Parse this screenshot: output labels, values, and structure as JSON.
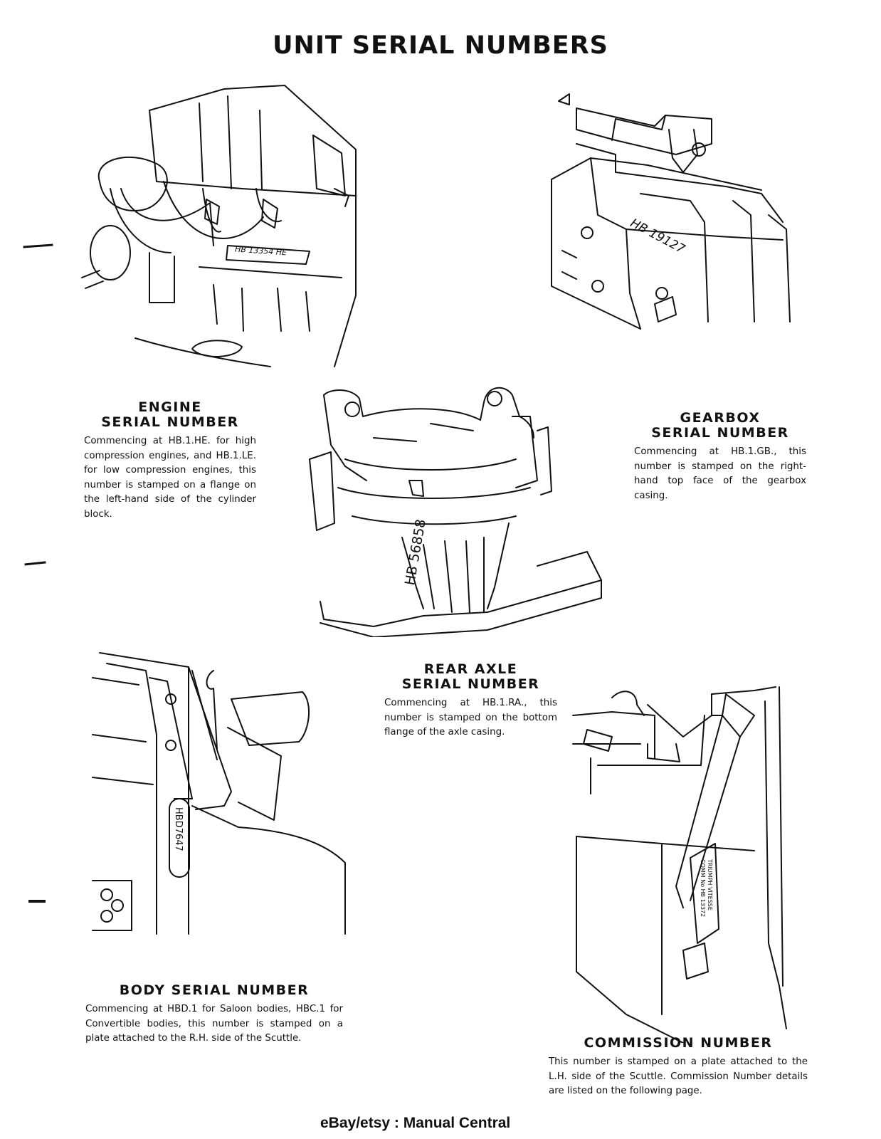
{
  "page": {
    "title": "UNIT SERIAL NUMBERS",
    "footer": "eBay/etsy : Manual Central"
  },
  "engine": {
    "heading_line1": "ENGINE",
    "heading_line2": "SERIAL NUMBER",
    "text": "Commencing at HB.1.HE. for high compression engines, and HB.1.LE. for low compression engines, this number is stamped on a flange on the left-hand side of the cylinder block.",
    "plate": "HB 13354 HE"
  },
  "gearbox": {
    "heading_line1": "GEARBOX",
    "heading_line2": "SERIAL NUMBER",
    "text": "Commencing at HB.1.GB., this number is stamped on the right-hand top face of the gearbox casing.",
    "plate": "HB 19127"
  },
  "rear_axle": {
    "heading_line1": "REAR AXLE",
    "heading_line2": "SERIAL NUMBER",
    "text": "Commencing at HB.1.RA., this number is stamped on the bottom flange of the axle casing.",
    "plate": "HB 56858"
  },
  "body": {
    "heading": "BODY SERIAL NUMBER",
    "text": "Commencing at HBD.1 for Saloon bodies, HBC.1 for Convertible bodies, this number is stamped on a plate attached to the R.H. side of the Scuttle.",
    "plate": "HBD7647"
  },
  "commission": {
    "heading": "COMMISSION NUMBER",
    "text": "This number is stamped on a plate attached to the L.H. side of the Scuttle. Commission Number details are listed on the following page.",
    "plate_line1": "TRIUMPH VITESSE",
    "plate_line2": "COMM No HB 13372"
  }
}
